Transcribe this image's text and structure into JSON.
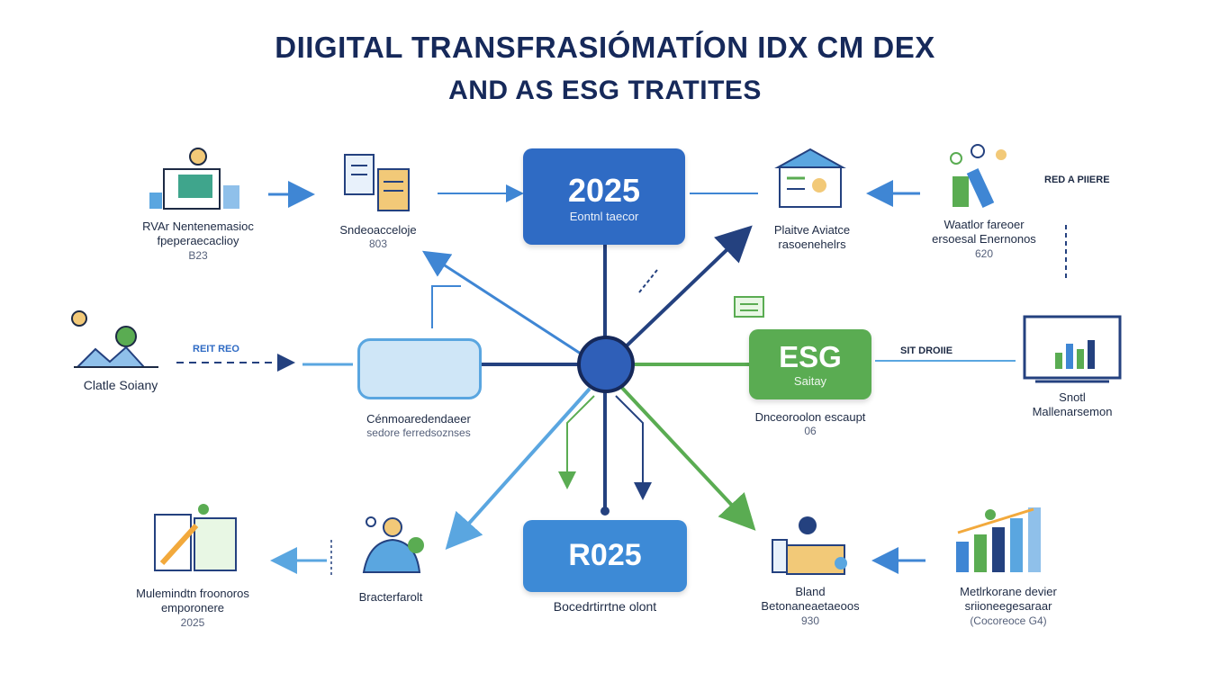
{
  "header": {
    "title_line1": "DIIGITAL TRANSFRASIÓMATÍON IDX CM DEX",
    "title_line2": "AND AS ESG TRATITES"
  },
  "center_boxes": {
    "top": {
      "value": "2025",
      "sub": "Eontnl taecor"
    },
    "esg": {
      "value": "ESG",
      "sub": "Saitay"
    },
    "bottom": {
      "value": "R025"
    }
  },
  "nodes": {
    "top_left_1": {
      "line1": "RVAr Nentenemasioc",
      "line2": "fpeperaecaclioy",
      "line3": "B23"
    },
    "top_left_2": {
      "line1": "Sndeoacceloje",
      "line2": "803"
    },
    "top_right_1": {
      "line1": "Plaitve Aviatce",
      "line2": "rasoenehelrs"
    },
    "top_right_2": {
      "line1": "Waatlor fareoer",
      "line2": "ersoesal Enernonos",
      "line3": "620"
    },
    "top_right_tag": {
      "text": "RED A PIIERE"
    },
    "mid_left": {
      "label": "Clatle Soiany"
    },
    "mid_left_tag": {
      "text": "REIT REO"
    },
    "mid_center_left": {
      "line1": "Cénmoaredendaeer",
      "line2": "sedore ferredsoznses"
    },
    "mid_center_right": {
      "line1": "Dnceoroolon escaupt",
      "line2": "06"
    },
    "mid_right": {
      "line1": "Snotl",
      "line2": "Mallenarsemon"
    },
    "mid_right_tag": {
      "text": "SIT DROIIE"
    },
    "bottom_left_1": {
      "line1": "Mulemindtn froonoros",
      "line2": "emporonere",
      "line3": "2025"
    },
    "bottom_left_2": {
      "label": "Bracterfarolt"
    },
    "bottom_center": {
      "label": "Bocedrtirrtne olont"
    },
    "bottom_right_1": {
      "line1": "Bland",
      "line2": "Betonaneaetaeoos",
      "line3": "930"
    },
    "bottom_right_2": {
      "line1": "Metlrkorane devier",
      "line2": "sriioneegesaraar",
      "line3": "(Cocoreoce G4)"
    }
  },
  "colors": {
    "navy": "#16295a",
    "blue": "#2f6bc4",
    "light_blue": "#5aa6e0",
    "green": "#5aac52",
    "dark_line": "#24417f"
  }
}
